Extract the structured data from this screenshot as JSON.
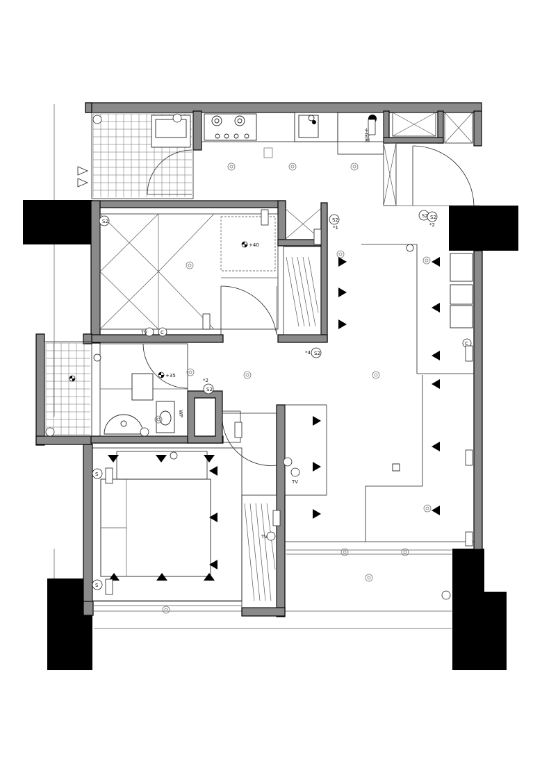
{
  "plan": {
    "switch_labels": [
      "S2",
      "S2",
      "S2",
      "S2",
      "S2",
      "S2",
      "S",
      "S"
    ],
    "switch_marks": [
      "*2",
      "*2",
      "*1",
      "*4"
    ],
    "outlet_labels": [
      "TV",
      "TV",
      "TV",
      "C",
      "C"
    ],
    "level_marks": [
      "+40",
      "+35"
    ],
    "fixture_note": "手控開",
    "bath_label": "WP"
  },
  "colors": {
    "wall": "#8a8a8a",
    "column": "#000000",
    "background": "#ffffff"
  }
}
